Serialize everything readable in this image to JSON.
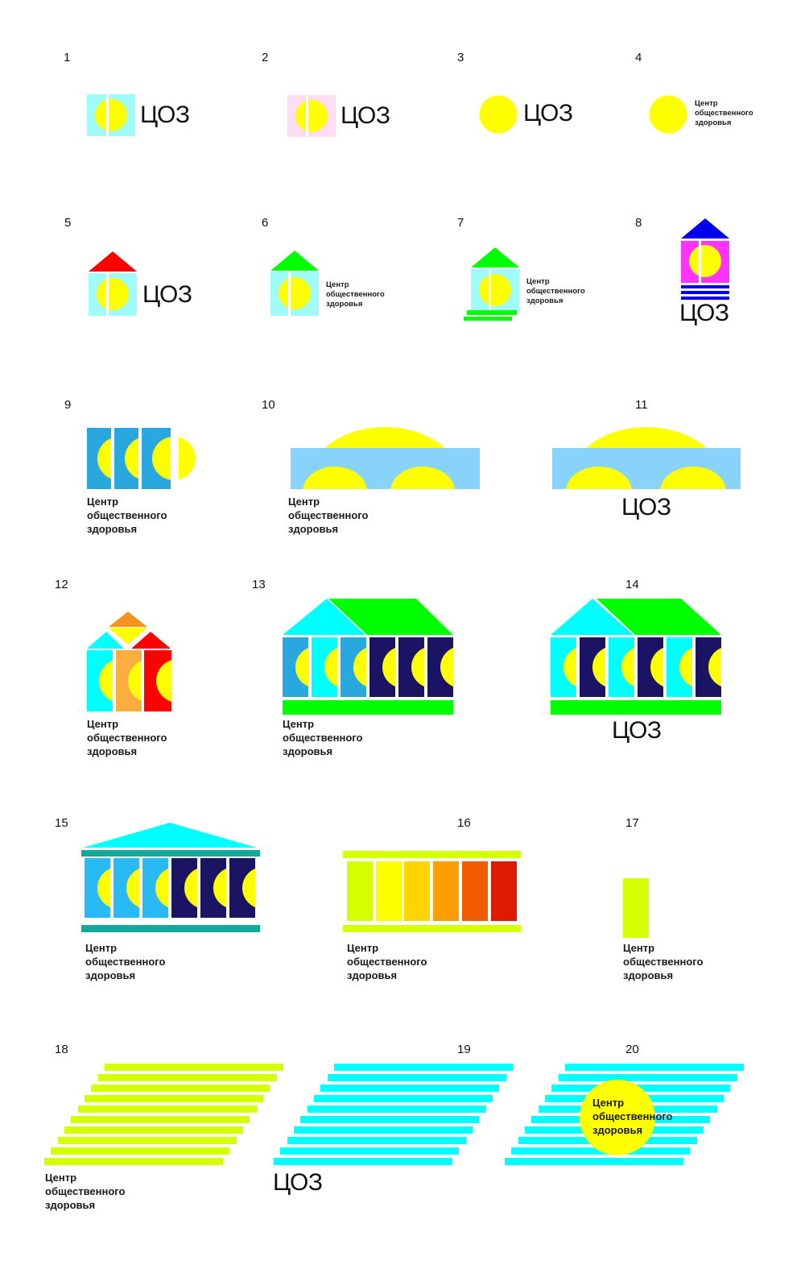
{
  "abbreviation": "ЦОЗ",
  "full_name": [
    "Центр",
    "общественного",
    "здоровья"
  ],
  "colors": {
    "yellow": "#ffff00",
    "pale_cyan": "#a0fbfb",
    "pale_pink": "#fddcf5",
    "red": "#ff0000",
    "green": "#00ff00",
    "blue": "#0000ee",
    "magenta": "#ff33ff",
    "sky_blue": "#29a8e0",
    "light_sky": "#87d3fb",
    "cyan": "#00ffff",
    "orange": "#f6921e",
    "light_orange": "#fbad3f",
    "navy": "#1b1464",
    "column_blue": "#29baf5",
    "teal": "#12a89a",
    "lime": "#d4ff00",
    "gold": "#ffd400",
    "amber": "#ff9e00",
    "dark_orange": "#f05a00",
    "crimson": "#e01a00"
  },
  "variants": [
    {
      "number": "1"
    },
    {
      "number": "2"
    },
    {
      "number": "3"
    },
    {
      "number": "4"
    },
    {
      "number": "5"
    },
    {
      "number": "6"
    },
    {
      "number": "7"
    },
    {
      "number": "8"
    },
    {
      "number": "9"
    },
    {
      "number": "10"
    },
    {
      "number": "11"
    },
    {
      "number": "12"
    },
    {
      "number": "13"
    },
    {
      "number": "14"
    },
    {
      "number": "15"
    },
    {
      "number": "16"
    },
    {
      "number": "17"
    },
    {
      "number": "18"
    },
    {
      "number": "19"
    },
    {
      "number": "20"
    }
  ]
}
